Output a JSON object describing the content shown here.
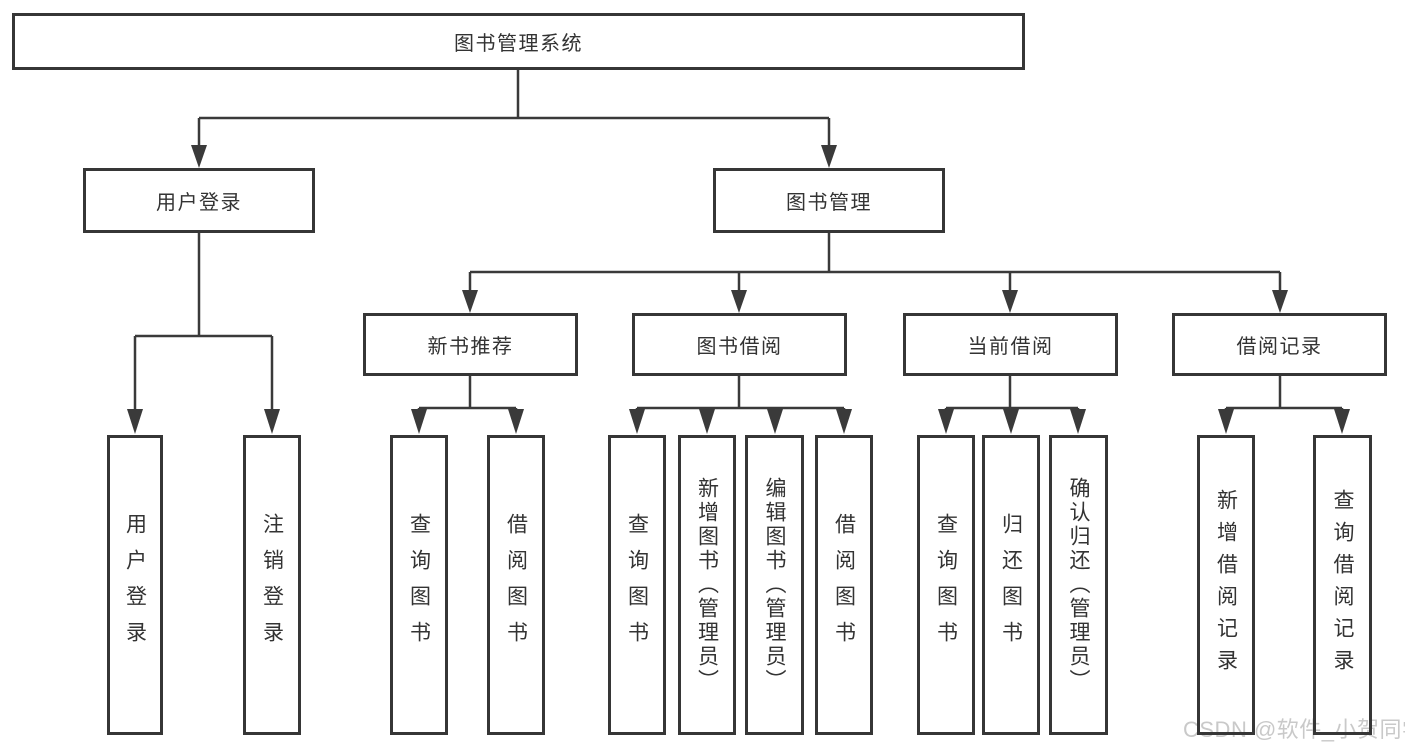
{
  "watermark": {
    "text": "CSDN @软件_小贺同学"
  },
  "colors": {
    "line": "#3a3a3a",
    "border": "#363636",
    "text": "#333333",
    "watermark": "#c9c9c9",
    "background": "#ffffff"
  },
  "tree": {
    "root": {
      "label": "图书管理系统"
    },
    "branches": [
      {
        "label": "用户登录",
        "leaves": [
          {
            "label": "用户登录"
          },
          {
            "label": "注销登录"
          }
        ]
      },
      {
        "label": "图书管理",
        "groups": [
          {
            "label": "新书推荐",
            "leaves": [
              {
                "label": "查询图书"
              },
              {
                "label": "借阅图书"
              }
            ]
          },
          {
            "label": "图书借阅",
            "leaves": [
              {
                "label": "查询图书"
              },
              {
                "label": "新增图书（管理员）"
              },
              {
                "label": "编辑图书（管理员）"
              },
              {
                "label": "借阅图书"
              }
            ]
          },
          {
            "label": "当前借阅",
            "leaves": [
              {
                "label": "查询图书"
              },
              {
                "label": "归还图书"
              },
              {
                "label": "确认归还（管理员）"
              }
            ]
          },
          {
            "label": "借阅记录",
            "leaves": [
              {
                "label": "新增借阅记录"
              },
              {
                "label": "查询借阅记录"
              }
            ]
          }
        ]
      }
    ]
  }
}
